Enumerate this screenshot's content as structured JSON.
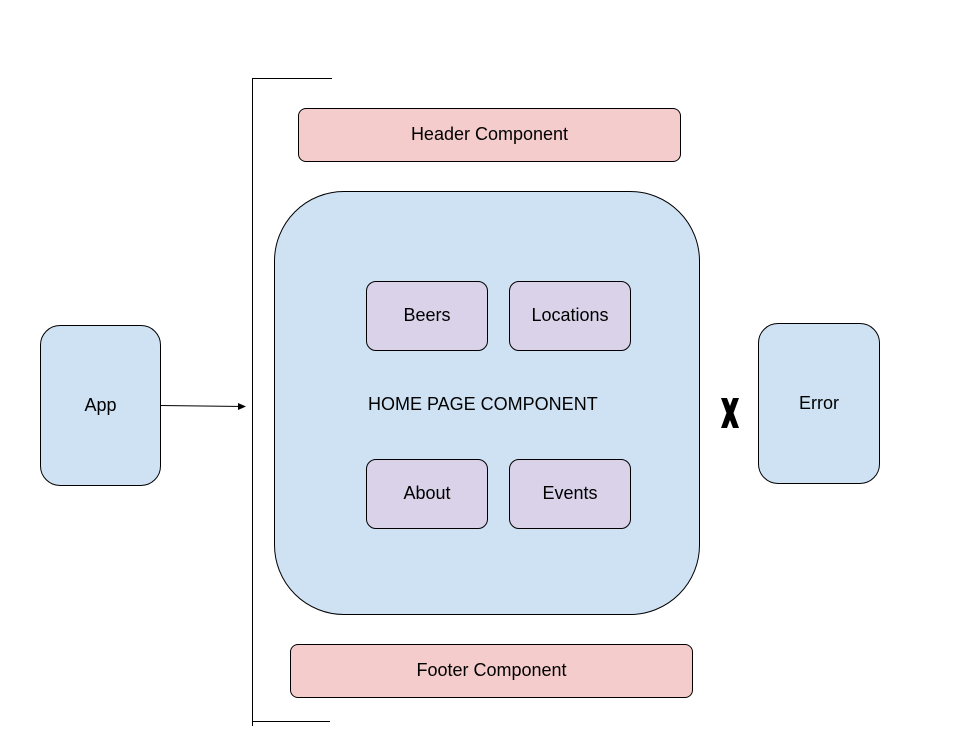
{
  "diagram": {
    "nodes": {
      "app": {
        "label": "App"
      },
      "header": {
        "label": "Header Component"
      },
      "home": {
        "label": "HOME PAGE COMPONENT"
      },
      "beers": {
        "label": "Beers"
      },
      "locations": {
        "label": "Locations"
      },
      "about": {
        "label": "About"
      },
      "events": {
        "label": "Events"
      },
      "footer": {
        "label": "Footer Component"
      },
      "error": {
        "label": "Error"
      }
    },
    "edges": [
      {
        "from": "app",
        "to": "bracket-group",
        "style": "arrow"
      },
      {
        "from": "bracket-group",
        "to": "error",
        "style": "blocked-x"
      }
    ],
    "colors": {
      "pink_fill": "#f4cccc",
      "blue_fill": "#cfe2f3",
      "purple_fill": "#d9d2e9",
      "stroke": "#000000"
    }
  }
}
